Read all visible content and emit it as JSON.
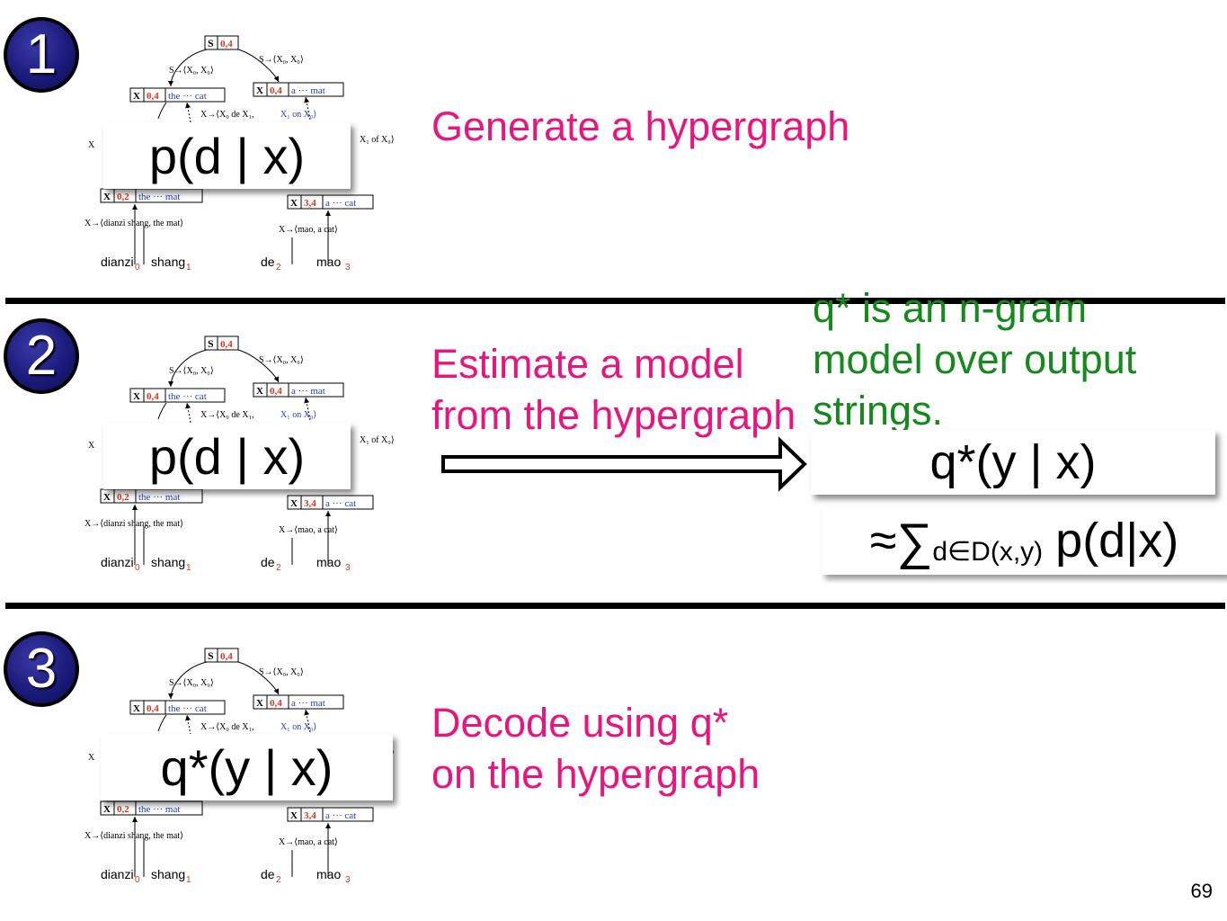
{
  "tree": {
    "root": {
      "s": "S",
      "span": "0,4"
    },
    "rule_s": "S→⟨X₀, X₀⟩",
    "left_node": {
      "s": "X",
      "span": "0,4",
      "text": "the ··· cat"
    },
    "right_node": {
      "s": "X",
      "span": "0,4",
      "text": "a ··· mat"
    },
    "rule_mid_left": "X→⟨X₀ de X₁,",
    "rule_mid_right": "X₁ on X₀⟩",
    "rule_of": "X₁ of X₀⟩",
    "x_fragment": "X",
    "bottom_left_node": {
      "s": "X",
      "span": "0,2",
      "text": "the ··· mat"
    },
    "bottom_right_node": {
      "s": "X",
      "span": "3,4",
      "text": "a ··· cat"
    },
    "rule_bottom_left": "X→⟨dianzi shang, the mat⟩",
    "rule_bottom_right": "X→⟨mao, a cat⟩",
    "words": [
      {
        "w": "dianzi",
        "i": "0"
      },
      {
        "w": "shang",
        "i": "1"
      },
      {
        "w": "de",
        "i": "2"
      },
      {
        "w": "mao",
        "i": "3"
      }
    ]
  },
  "steps": [
    {
      "number": "1",
      "overlay": "p(d | x)",
      "text_line1": "Generate a hypergraph",
      "text_line2": ""
    },
    {
      "number": "2",
      "overlay": "p(d | x)",
      "text_line1": "Estimate a model",
      "text_line2": "from the hypergraph"
    },
    {
      "number": "3",
      "overlay": "q*(y | x)",
      "text_line1": "Decode using q*",
      "text_line2": "on the hypergraph"
    }
  ],
  "note": {
    "line1": "q* is an n-gram",
    "line2": "model over output",
    "line3": "strings."
  },
  "result_box": {
    "label": "q*(y | x)"
  },
  "approx_box": {
    "approx": "≈",
    "sum": "∑",
    "subscript": "d∈D(x,y)",
    "term": "p(d|x)"
  },
  "page_number": "69",
  "colors": {
    "pink": "#e8157e",
    "green": "#158a1c",
    "blue": "#1e40d8",
    "red": "#e0351c",
    "navy": "#1b1b7c"
  }
}
